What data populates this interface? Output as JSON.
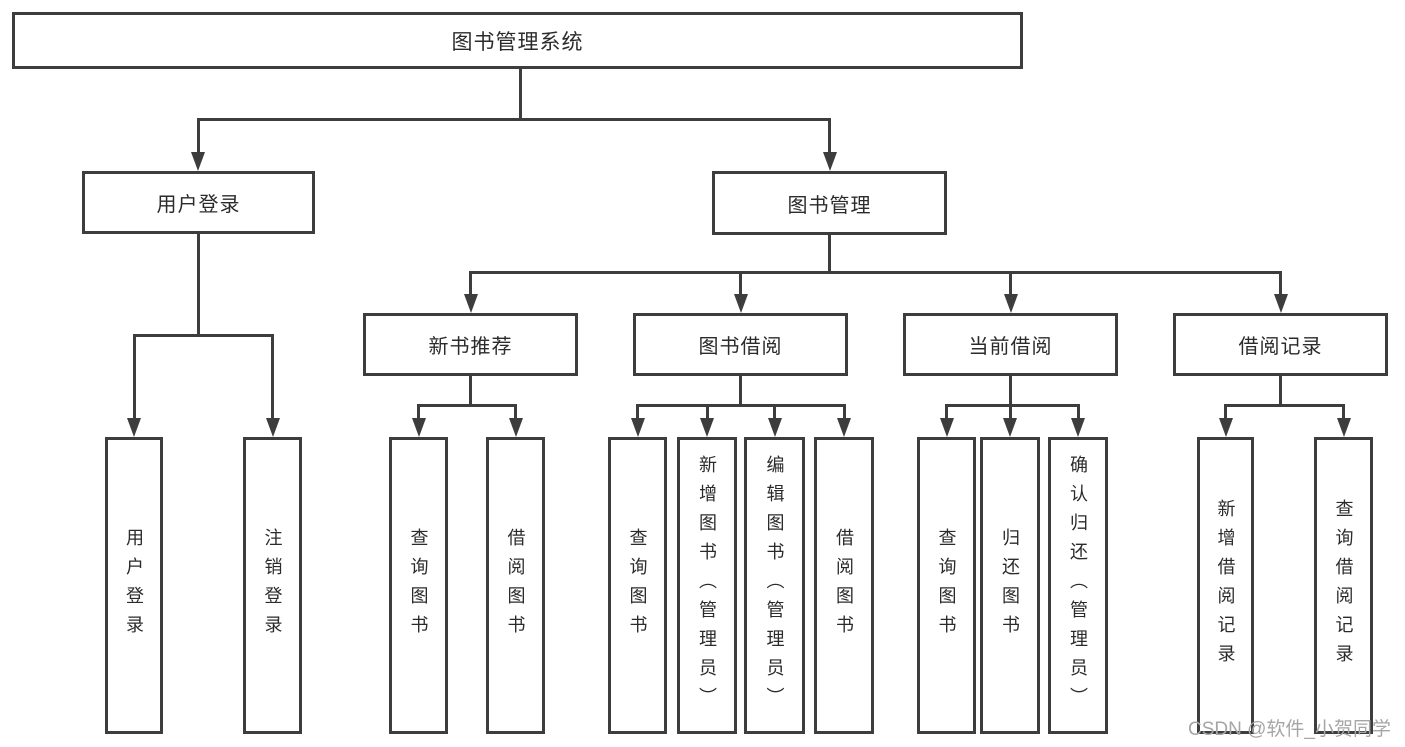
{
  "colors": {
    "line": "#3d3d3d",
    "text": "#2b2b2b",
    "watermark_gray": "#a6a6a6",
    "background": "#ffffff"
  },
  "watermark": "CSDN @软件_小贺同学",
  "tree": {
    "root": {
      "label": "图书管理系统"
    },
    "branches": [
      {
        "label": "用户登录",
        "leaves": [
          {
            "label": "用户登录"
          },
          {
            "label": "注销登录"
          }
        ]
      },
      {
        "label": "图书管理",
        "sections": [
          {
            "label": "新书推荐",
            "leaves": [
              {
                "label": "查询图书"
              },
              {
                "label": "借阅图书"
              }
            ]
          },
          {
            "label": "图书借阅",
            "leaves": [
              {
                "label": "查询图书"
              },
              {
                "label": "新增图书（管理员）"
              },
              {
                "label": "编辑图书（管理员）"
              },
              {
                "label": "借阅图书"
              }
            ]
          },
          {
            "label": "当前借阅",
            "leaves": [
              {
                "label": "查询图书"
              },
              {
                "label": "归还图书"
              },
              {
                "label": "确认归还（管理员）"
              }
            ]
          },
          {
            "label": "借阅记录",
            "leaves": [
              {
                "label": "新增借阅记录"
              },
              {
                "label": "查询借阅记录"
              }
            ]
          }
        ]
      }
    ]
  }
}
